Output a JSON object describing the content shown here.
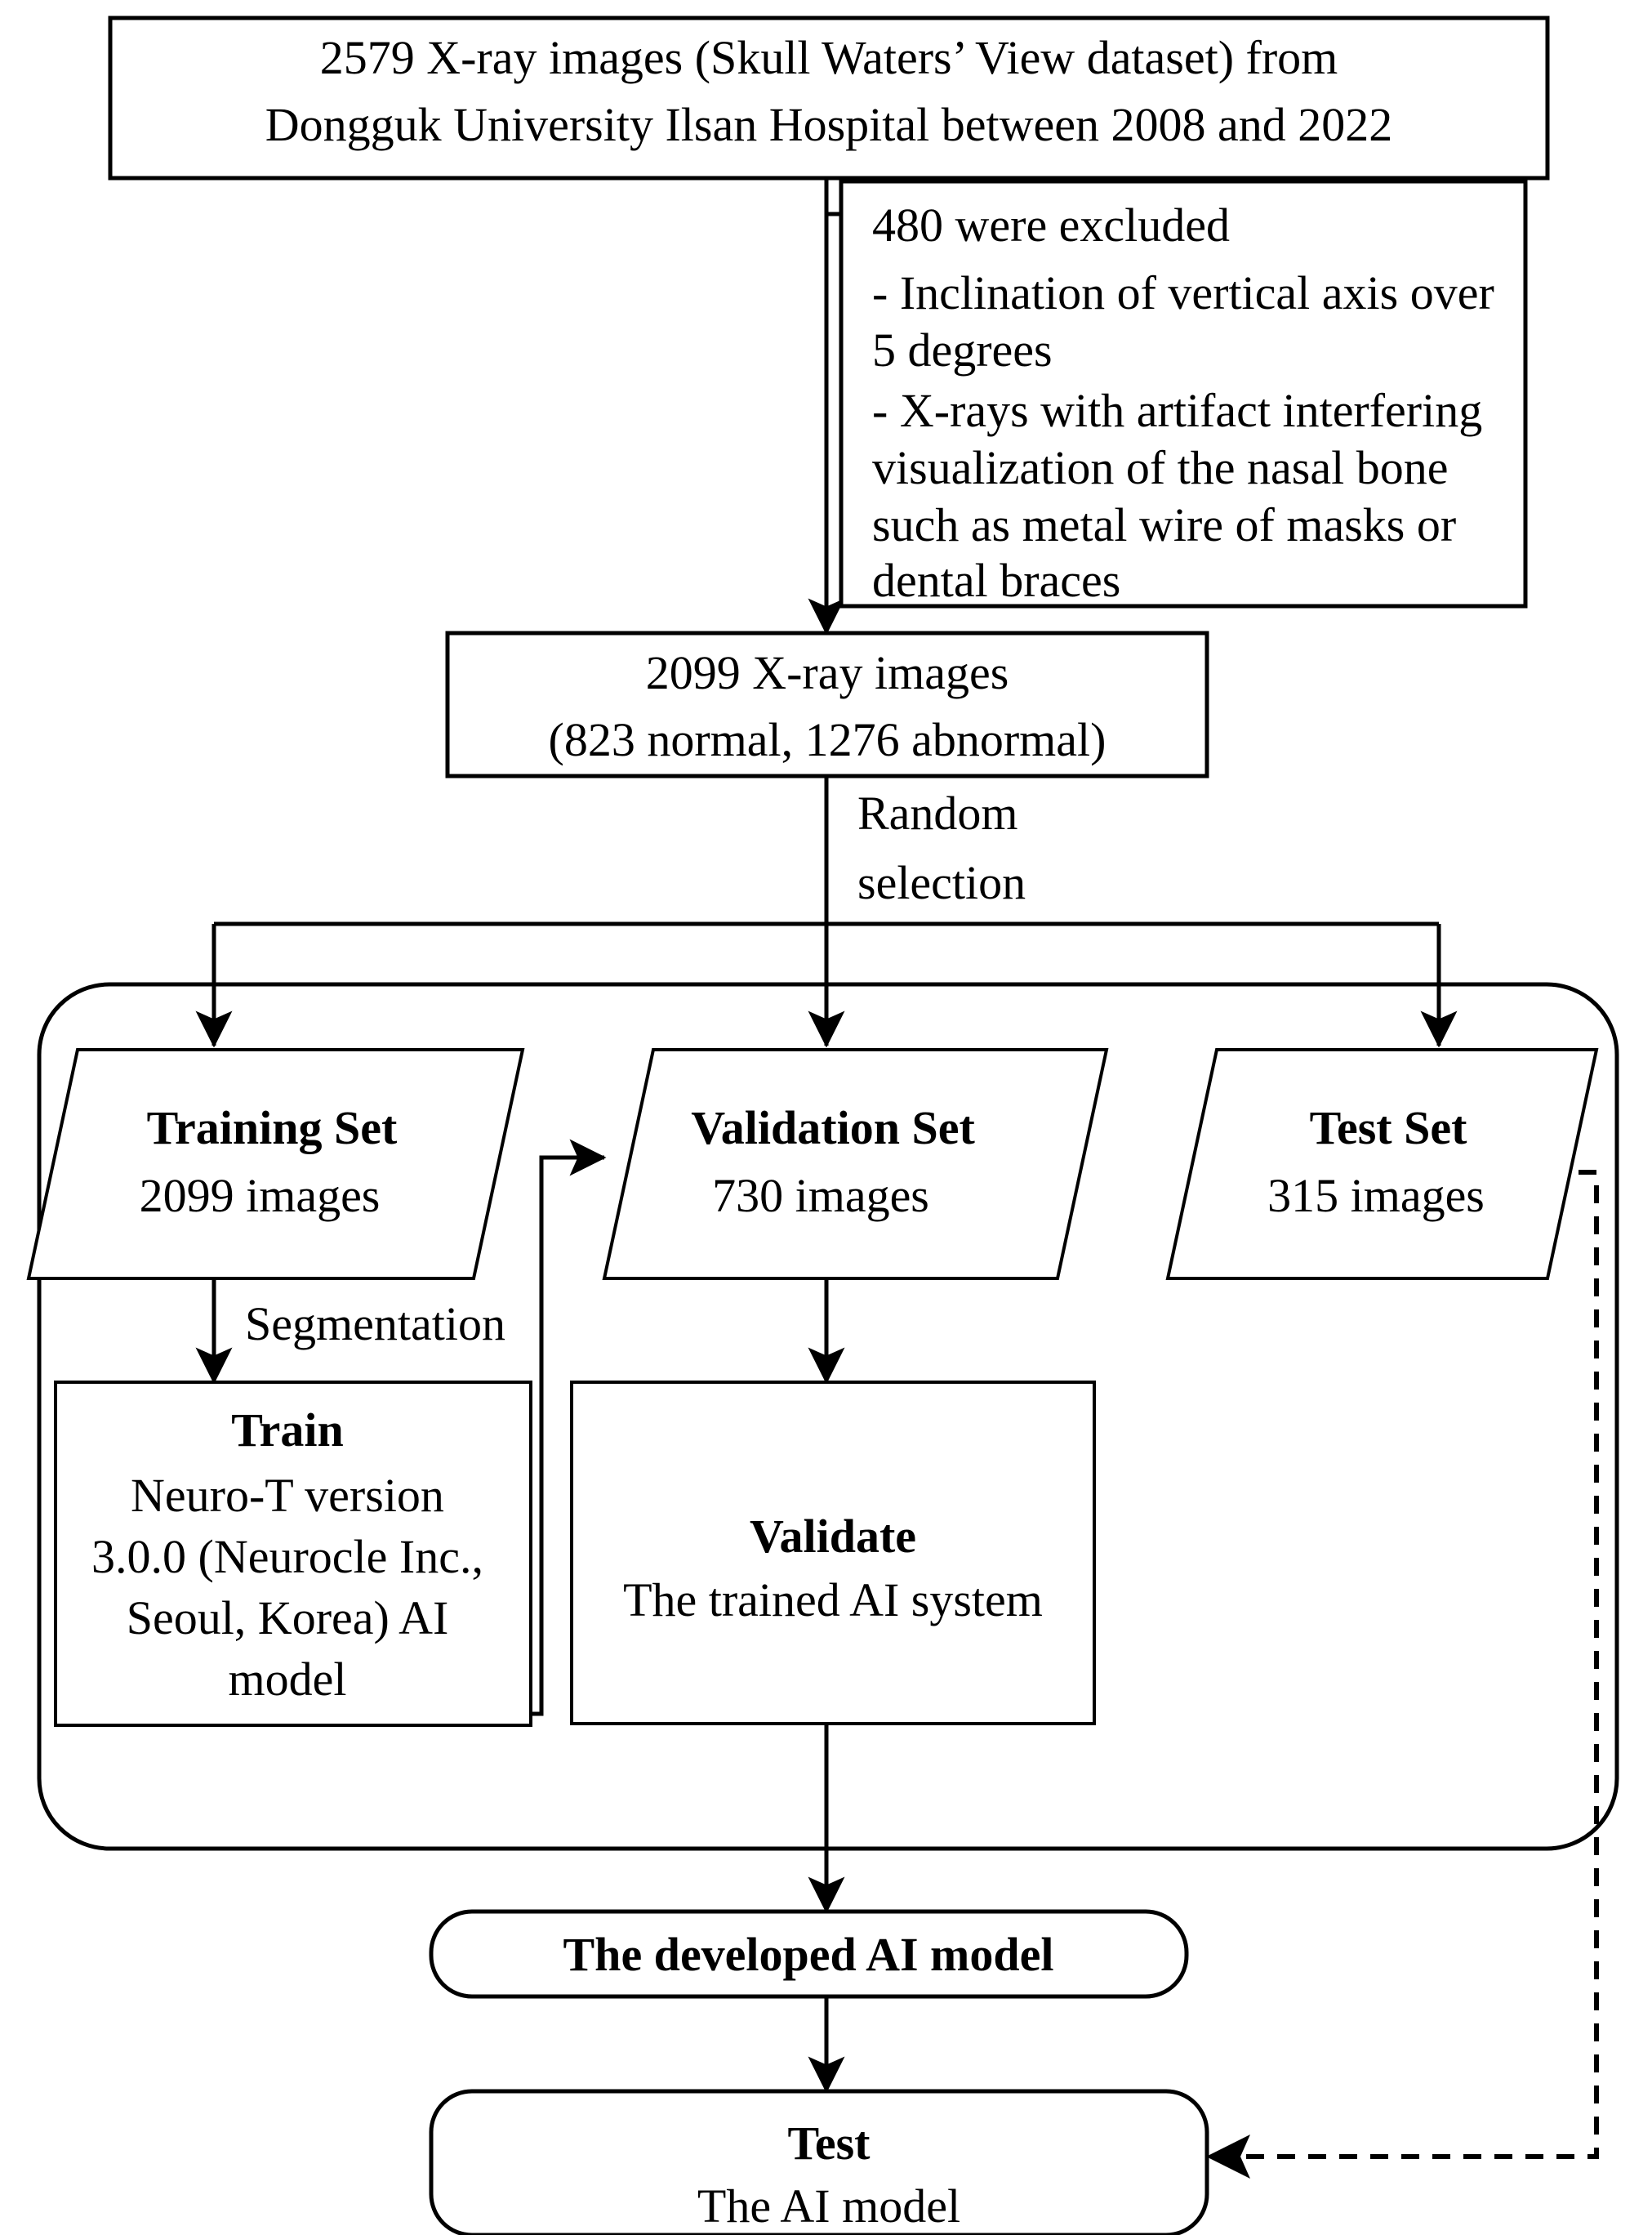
{
  "diagram": {
    "title": "Study flowchart of AI model development for nasal bone X-ray images",
    "type": "flowchart",
    "nodes": {
      "source": {
        "name": "source-dataset-box",
        "shape": "rectangle",
        "lines": [
          "2579 X-ray images (Skull Waters’ View dataset) from",
          "Dongguk University Ilsan Hospital between 2008 and 2022"
        ]
      },
      "excluded": {
        "name": "exclusion-criteria-box",
        "shape": "rectangle",
        "lines": [
          "480 were excluded",
          " - Inclination  of vertical axis over",
          "5 degrees",
          " - X-rays  with artifact interfering",
          "visualization  of the nasal  bone",
          " such as metal wire of masks  or",
          "dental braces"
        ]
      },
      "included": {
        "name": "included-dataset-box",
        "shape": "rectangle",
        "lines": [
          "2099 X-ray images",
          "(823 normal, 1276 abnormal)"
        ]
      },
      "training_set": {
        "name": "training-set-parallelogram",
        "shape": "parallelogram",
        "title": "Training Set",
        "subtitle": "2099 images"
      },
      "validation_set": {
        "name": "validation-set-parallelogram",
        "shape": "parallelogram",
        "title": "Validation Set",
        "subtitle": "730 images"
      },
      "test_set": {
        "name": "test-set-parallelogram",
        "shape": "parallelogram",
        "title": "Test Set",
        "subtitle": "315 images"
      },
      "train": {
        "name": "train-process-box",
        "shape": "rectangle",
        "title": "Train",
        "lines": [
          "Neuro-T version",
          "3.0.0 (Neurocle Inc.,",
          "Seoul, Korea) AI",
          "model"
        ]
      },
      "validate": {
        "name": "validate-process-box",
        "shape": "rectangle",
        "title": "Validate",
        "lines": [
          "The trained AI system"
        ]
      },
      "developed_model": {
        "name": "developed-ai-model-box",
        "shape": "rounded-rectangle",
        "title": "The developed AI model"
      },
      "test": {
        "name": "test-process-box",
        "shape": "rounded-rectangle",
        "title": "Test",
        "lines": [
          "The AI model"
        ]
      }
    },
    "edge_labels": {
      "random_selection": [
        "Random",
        "selection"
      ],
      "segmentation": "Segmentation"
    },
    "colors": {
      "stroke": "#000000",
      "fill": "#ffffff",
      "text": "#000000"
    }
  }
}
